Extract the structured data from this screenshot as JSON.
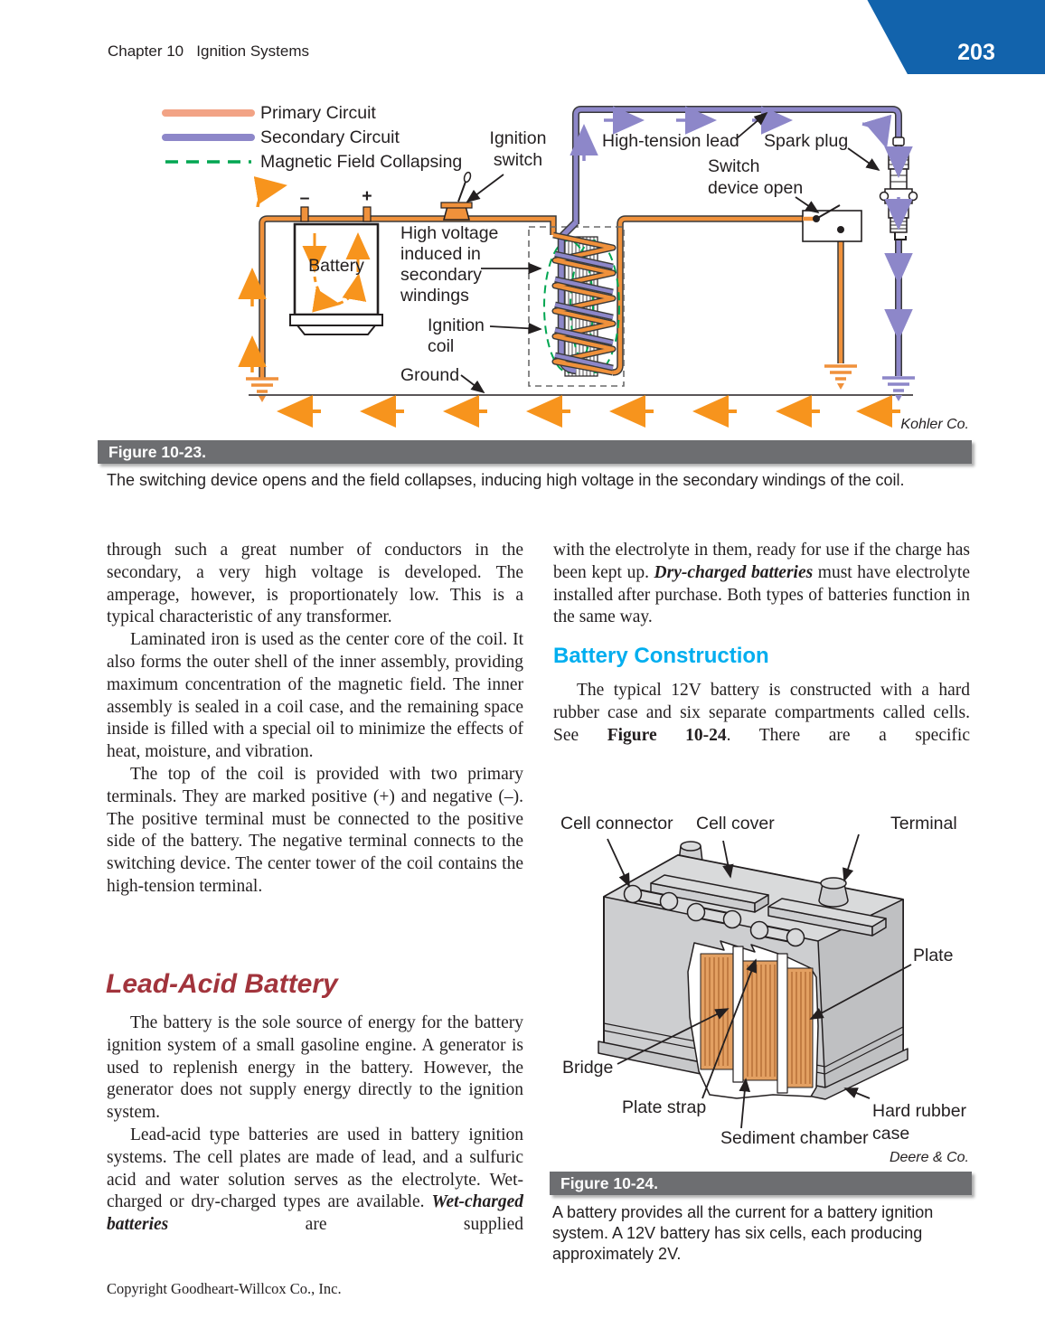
{
  "colors": {
    "page_bg": "#FFFFFF",
    "header_blue": "#1263AC",
    "text": "#231F20",
    "figure_bar_gray": "#6D6E71",
    "heading_maroon": "#A2343C",
    "heading_cyan": "#00AEEF",
    "primary_circuit": "#F2A385",
    "secondary_circuit": "#8D87C9",
    "magnetic_field_green": "#00A651",
    "wire_orange": "#F0913B",
    "arrow_orange": "#F7941D",
    "plate_orange": "#E3A062"
  },
  "header": {
    "chapter": "Chapter 10   Ignition Systems",
    "page_number": "203"
  },
  "fig23": {
    "legend": {
      "primary": "Primary Circuit",
      "secondary": "Secondary Circuit",
      "magnetic": "Magnetic Field Collapsing"
    },
    "labels": {
      "ignition_switch_l1": "Ignition",
      "ignition_switch_l2": "switch",
      "high_tension_lead": "High-tension lead",
      "spark_plug": "Spark plug",
      "switch_device_l1": "Switch",
      "switch_device_l2": "device open",
      "minus": "–",
      "plus": "+",
      "battery": "Battery",
      "high_voltage_l1": "High voltage",
      "high_voltage_l2": "induced in",
      "high_voltage_l3": "secondary",
      "high_voltage_l4": "windings",
      "ignition_coil_l1": "Ignition",
      "ignition_coil_l2": "coil",
      "ground": "Ground"
    },
    "credit": "Kohler Co.",
    "bar_title": "Figure 10-23.",
    "caption": "The switching device opens and the field collapses, inducing high voltage in the secondary windings of the coil."
  },
  "body": {
    "left": {
      "p1": "through such a great number of conductors in the secondary, a very high voltage is developed. The amperage, however, is proportionately low. This is a typical characteristic of any transformer.",
      "p2": "Laminated iron is used as the center core of the coil. It also forms the outer shell of the inner assembly, providing maximum concentration of the magnetic field. The inner assembly is sealed in a coil case, and the remaining space inside is filled with a special oil to minimize the effects of heat, moisture, and vibration.",
      "p3": "The top of the coil is provided with two primary terminals. They are marked positive (+) and negative (–). The positive terminal must be connected to the positive side of the battery. The negative terminal connects to the switching device. The center tower of the coil contains the high-tension terminal.",
      "heading": "Lead-Acid Battery",
      "p4": "The battery is the sole source of energy for the battery ignition system of a small gasoline engine. A generator is used to replenish energy in the battery. However, the generator does not supply energy directly to the ignition system.",
      "p5a": "Lead-acid type batteries are used in battery ignition systems. The cell plates are made of lead, and a sulfuric acid and water solution serves as the electrolyte. Wet-charged or dry-charged types are available. ",
      "p5b": "Wet-charged batteries",
      "p5c": " are supplied"
    },
    "right": {
      "p1a": "with the electrolyte in them, ready for use if the charge has been kept up. ",
      "p1b": "Dry-charged batteries",
      "p1c": " must have electrolyte installed after purchase. Both types of batteries function in the same way.",
      "heading": "Battery Construction",
      "p2a": "The typical 12V battery is constructed with a hard rubber case and six separate compartments called cells. See ",
      "p2b": "Figure 10-24",
      "p2c": ". There are a specific"
    }
  },
  "fig24": {
    "labels": {
      "cell_connector": "Cell connector",
      "cell_cover": "Cell cover",
      "terminal": "Terminal",
      "plate": "Plate",
      "bridge": "Bridge",
      "plate_strap": "Plate strap",
      "sediment_chamber": "Sediment chamber",
      "hard_rubber_l1": "Hard rubber",
      "hard_rubber_l2": "case"
    },
    "credit": "Deere & Co.",
    "bar_title": "Figure 10-24.",
    "caption": "A battery provides all the current for a battery ignition system. A 12V battery has six cells, each producing approximately 2V."
  },
  "footer": {
    "copyright": "Copyright Goodheart-Willcox Co., Inc."
  }
}
